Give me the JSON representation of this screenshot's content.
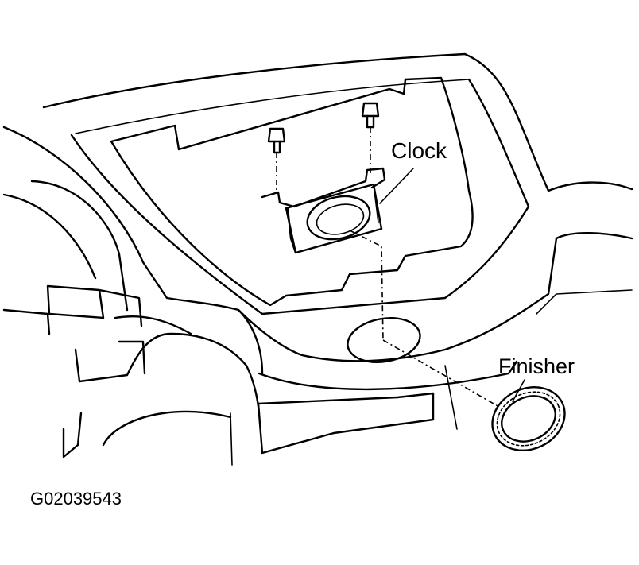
{
  "labels": {
    "clock": "Clock",
    "finisher": "Finisher"
  },
  "figure_id": "G02039543"
}
